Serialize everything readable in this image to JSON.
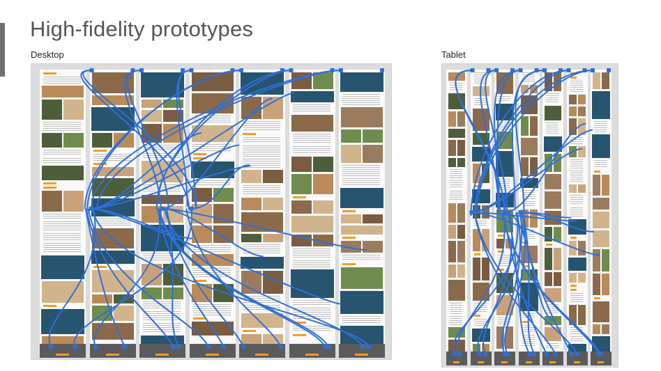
{
  "page": {
    "title": "High-fidelity prototypes"
  },
  "sections": [
    {
      "key": "desktop",
      "label": "Desktop",
      "screen_count": 7
    },
    {
      "key": "tablet",
      "label": "Tablet",
      "screen_count": 7
    }
  ],
  "colors": {
    "board_bg": "#dcdcdc",
    "content_teal": "#27546f",
    "accent_orange": "#f39c20",
    "link_blue": "#2f6fd6",
    "footer_gray": "#5b5b5b",
    "title_gray": "#555555"
  },
  "thumbnail_palette": [
    "#8a6a4a",
    "#b98b5a",
    "#6f8c4e",
    "#c9a27a",
    "#4d5e3a",
    "#9b7b5e",
    "#d2b48c",
    "#7a5c42"
  ]
}
